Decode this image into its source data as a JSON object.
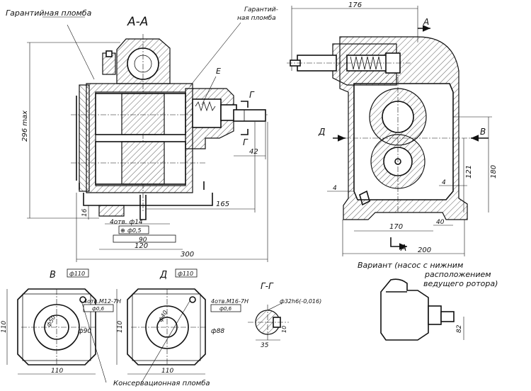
{
  "labels": {
    "section_aa": "A-A",
    "guarantee_seal_left": "Гарантийная пломба",
    "guarantee_seal_right_1": "Гарантий-",
    "guarantee_seal_right_2": "ная пломба",
    "detail_e": "Е",
    "section_gg_left": "Г",
    "section_gg_right": "Г",
    "arrow_a_top": "А",
    "arrow_a_bottom": "А",
    "arrow_d": "Д",
    "arrow_v": "В",
    "view_v": "В",
    "view_d": "Д",
    "view_gg": "Г-Г",
    "variant_1": "Вариант (насос с нижним",
    "variant_2": "расположением",
    "variant_3": "ведущего ротора)",
    "conservation_seal": "Консервационная пломба"
  },
  "dimensions": {
    "d176": "176",
    "d296": "296 max",
    "d42": "42",
    "d165": "165",
    "d16": "16",
    "d90": "90",
    "d120": "120",
    "d300": "300",
    "d121": "121",
    "d180": "180",
    "d4a": "4",
    "d4b": "4",
    "d170": "170",
    "d40": "40",
    "d200": "200",
    "holes_aa": "4отв. ф14",
    "tol_aa": "ф0,5",
    "v_d110": "ф110",
    "v_holes": "4отв.М12-7Н",
    "v_tol": "ф0,6",
    "v_d50": "ф50",
    "v_d90": "ф90",
    "v_110h": "110",
    "v_110w": "110",
    "d_d110": "ф110",
    "d_holes": "4отв.М16-7Н",
    "d_tol": "ф0,6",
    "d_d40": "ф40",
    "d_d88": "ф88",
    "d_110h": "110",
    "d_110w": "110",
    "gg_shaft": "ф32h6(-0,016)",
    "gg_35": "35",
    "gg_10": "10",
    "var_82": "82"
  }
}
